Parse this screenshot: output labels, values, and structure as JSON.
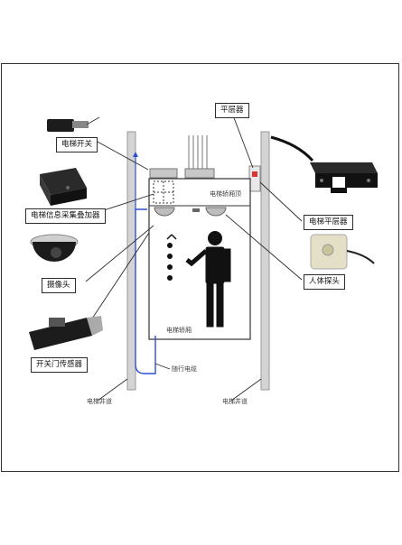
{
  "diagram": {
    "callouts": {
      "door_switch": "电梯开关",
      "signal_device": "电梯信息采集叠加器",
      "camera": "摄像头",
      "magnetic_switch": "开关门传感器",
      "leveling_sensor": "平层器",
      "leveling_device": "电梯平层器",
      "human_sensor": "人体探头"
    },
    "inline_labels": {
      "car_top_module": "电梯轿厢顶",
      "car_display": "电梯轿厢",
      "travel_cable": "随行电缆",
      "shaft_left": "电梯井道",
      "shaft_right": "电梯井道"
    },
    "colors": {
      "line": "#2b2b2b",
      "cable": "#2f4fd0",
      "figure": "#111111",
      "rail": "#cfcfcf"
    }
  }
}
